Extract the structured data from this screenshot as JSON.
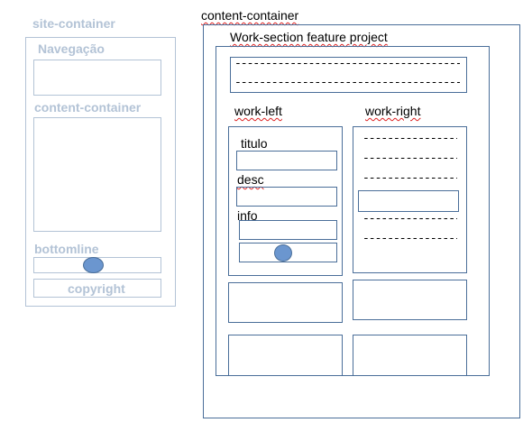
{
  "site_container": {
    "title": "site-container",
    "nav_label": "Navegação",
    "content_label": "content-container",
    "bottomline_label": "bottomline",
    "copyright_label": "copyright"
  },
  "content_container": {
    "title": "content-container",
    "work_section": {
      "title": "Work-section feature project",
      "banner_lines": [
        "--------------------------------------------",
        "--------------------------------------------"
      ],
      "work_left": {
        "title": "work-left",
        "fields": [
          "titulo",
          "desc",
          "info"
        ]
      },
      "work_right": {
        "title": "work-right",
        "lines": [
          "----------------",
          "----------------",
          "----------------",
          "----------------",
          "----------------"
        ]
      }
    }
  },
  "colors": {
    "faded": "#b3c3d6",
    "border": "#4a6e99",
    "dot": "#6b96cf"
  }
}
